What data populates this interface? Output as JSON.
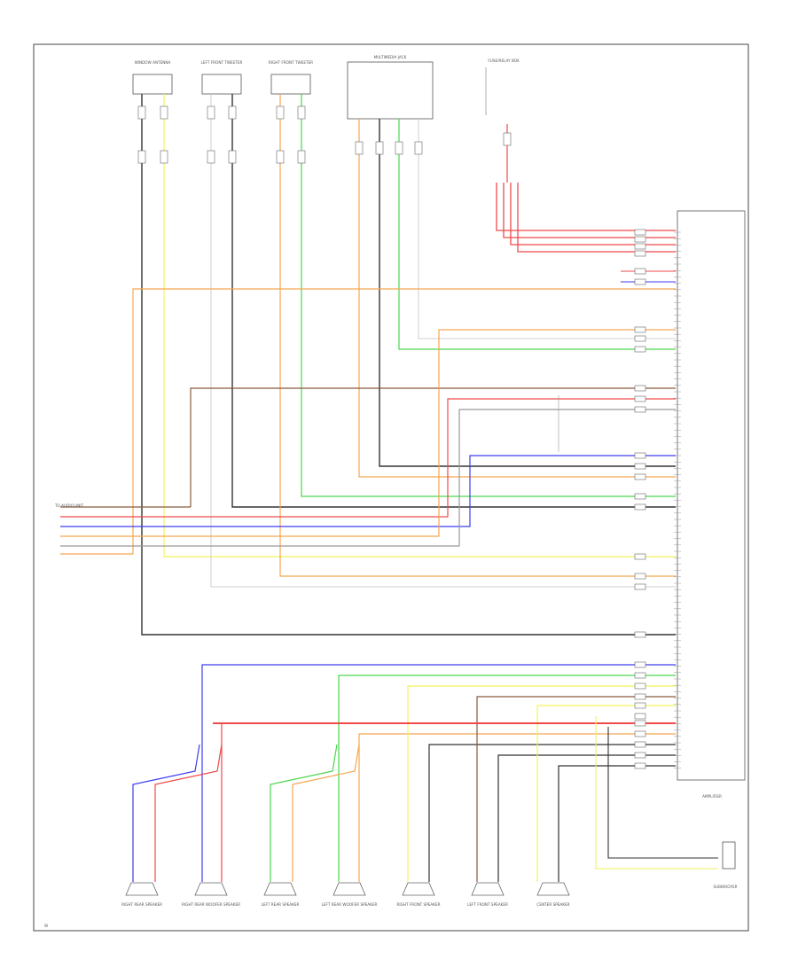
{
  "colors": {
    "black": "#333333",
    "yellow": "#f2f25a",
    "white": "#cfcfcf",
    "orange": "#f5a650",
    "green": "#4cd64c",
    "red": "#f04a4a",
    "blue": "#3d3df0",
    "brown": "#8b5a3c",
    "gray": "#999999",
    "pink": "#f08ca0"
  },
  "top_components": [
    {
      "id": "antenna",
      "label": "WINDOW ANTENNA"
    },
    {
      "id": "lf-tweeter",
      "label": "LEFT FRONT TWEETER"
    },
    {
      "id": "rf-tweeter",
      "label": "RIGHT FRONT TWEETER"
    },
    {
      "id": "media",
      "label": "MULTIMEDIA JACK"
    },
    {
      "id": "fuse",
      "label": "FUSE/RELAY BOX"
    }
  ],
  "bottom_speakers": [
    {
      "id": "rr-spk",
      "label": "RIGHT REAR SPEAKER"
    },
    {
      "id": "rr-woofer",
      "label": "RIGHT REAR WOOFER SPEAKER"
    },
    {
      "id": "lr-spk",
      "label": "LEFT REAR SPEAKER"
    },
    {
      "id": "lr-woofer",
      "label": "LEFT REAR WOOFER SPEAKER"
    },
    {
      "id": "rf-spk",
      "label": "RIGHT FRONT SPEAKER"
    },
    {
      "id": "lf-spk",
      "label": "LEFT FRONT SPEAKER"
    },
    {
      "id": "center-spk",
      "label": "CENTER SPEAKER"
    }
  ],
  "amplifier": {
    "label": "AMPLIFIER"
  },
  "subwoofer": {
    "label": "SUBWOOFER"
  },
  "audio_unit": {
    "label": "AUDIO UNIT"
  },
  "left_bundle_label": "TO AUDIO UNIT",
  "footer_id": "W"
}
